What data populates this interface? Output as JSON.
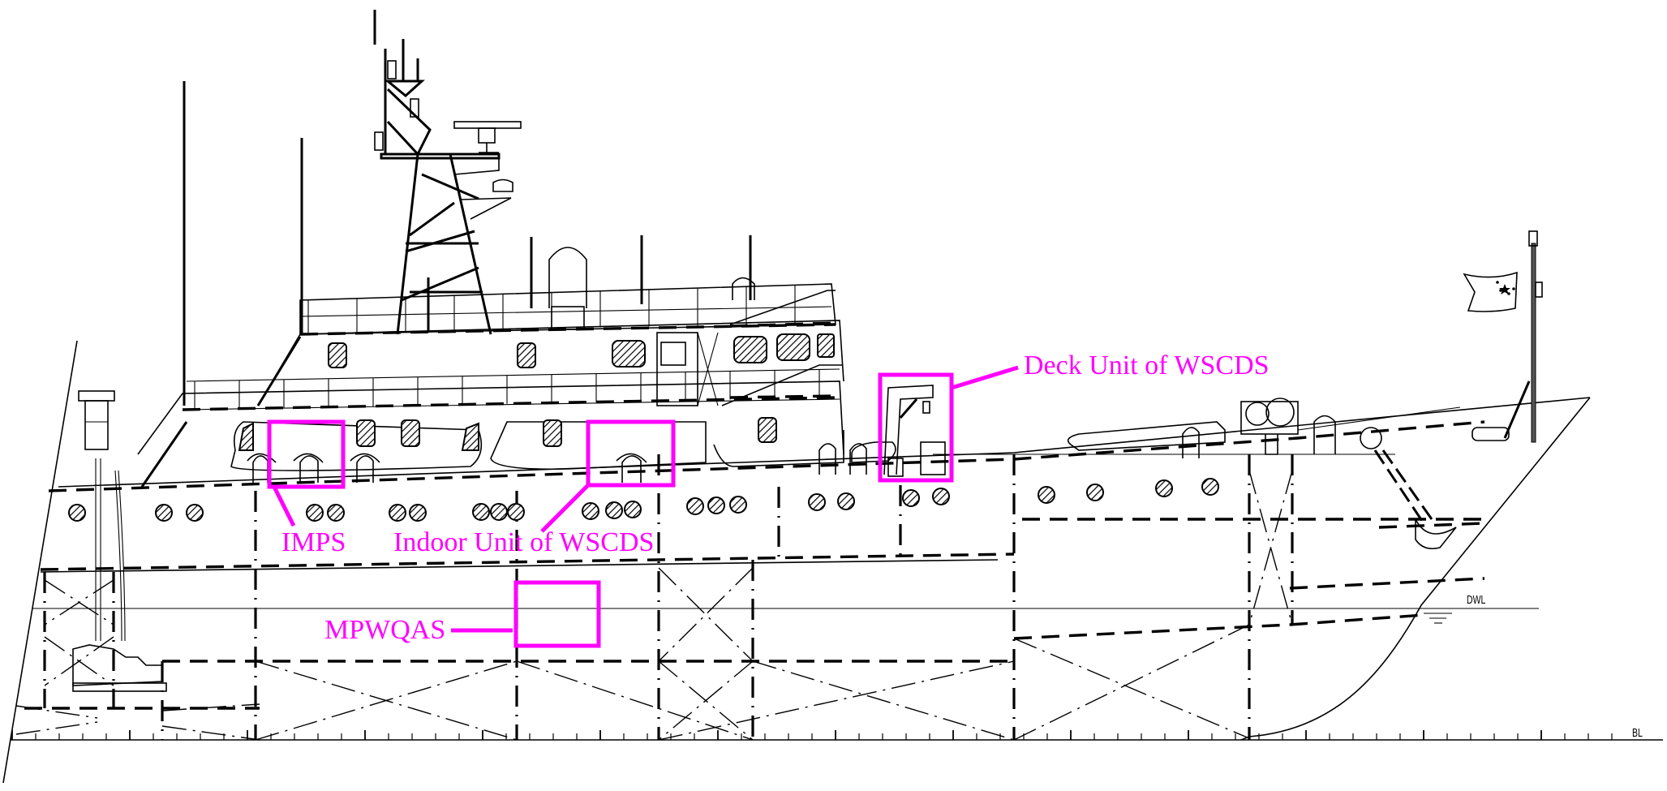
{
  "figure": {
    "type": "ship profile / general arrangement side elevation",
    "annotation_color": "#ff00ff",
    "line_color": "#000000",
    "background": "#ffffff"
  },
  "annotations": [
    {
      "id": "imps",
      "label": "IMPS"
    },
    {
      "id": "indoor",
      "label": "Indoor Unit of WSCDS"
    },
    {
      "id": "deck",
      "label": "Deck Unit of WSCDS"
    },
    {
      "id": "mpwqas",
      "label": "MPWQAS"
    }
  ],
  "reference_lines": {
    "waterline": "DWL",
    "baseline": "BL"
  }
}
